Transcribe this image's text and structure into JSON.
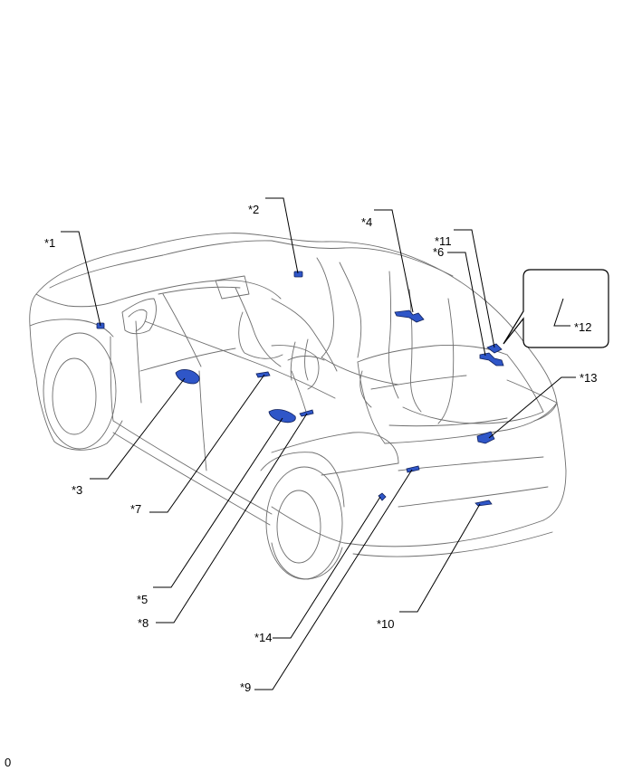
{
  "callouts": {
    "c1": "*1",
    "c2": "*2",
    "c3": "*3",
    "c4": "*4",
    "c5": "*5",
    "c6": "*6",
    "c7": "*7",
    "c8": "*8",
    "c9": "*9",
    "c10": "*10",
    "c11": "*11",
    "c12": "*12",
    "c13": "*13",
    "c14": "*14"
  },
  "corner_mark": "0",
  "colors": {
    "part_fill": "#2f56c8",
    "outline": "#6e6e6e"
  },
  "icons": {
    "vehicle": "car-outline-icon",
    "component": "connector-icon"
  }
}
